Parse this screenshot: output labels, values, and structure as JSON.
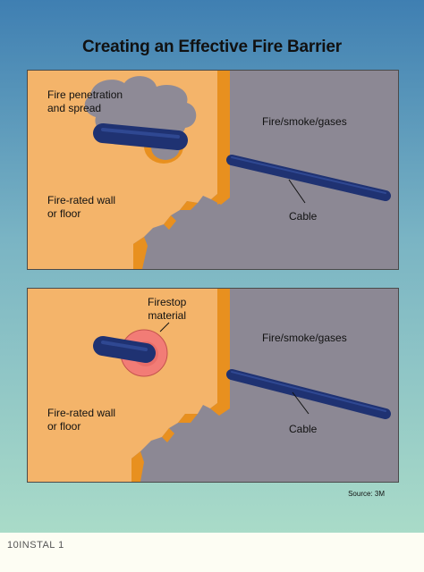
{
  "title": "Creating an Effective Fire Barrier",
  "panel_top": {
    "penetration_label": "Fire penetration\nand spread",
    "smoke_label": "Fire/smoke/gases",
    "wall_label": "Fire-rated wall\nor floor",
    "cable_label": "Cable"
  },
  "panel_bottom": {
    "firestop_label": "Firestop\nmaterial",
    "smoke_label": "Fire/smoke/gases",
    "wall_label": "Fire-rated wall\nor floor",
    "cable_label": "Cable"
  },
  "source": "Source: 3M",
  "footer": "10INSTAL 1",
  "colors": {
    "wall": "#f4b46a",
    "wall_edge": "#e8901f",
    "smoke_area": "#8c8894",
    "cable": "#1f3272",
    "firestop": "#f27c76",
    "fire_cloud": "#8e8a96"
  }
}
